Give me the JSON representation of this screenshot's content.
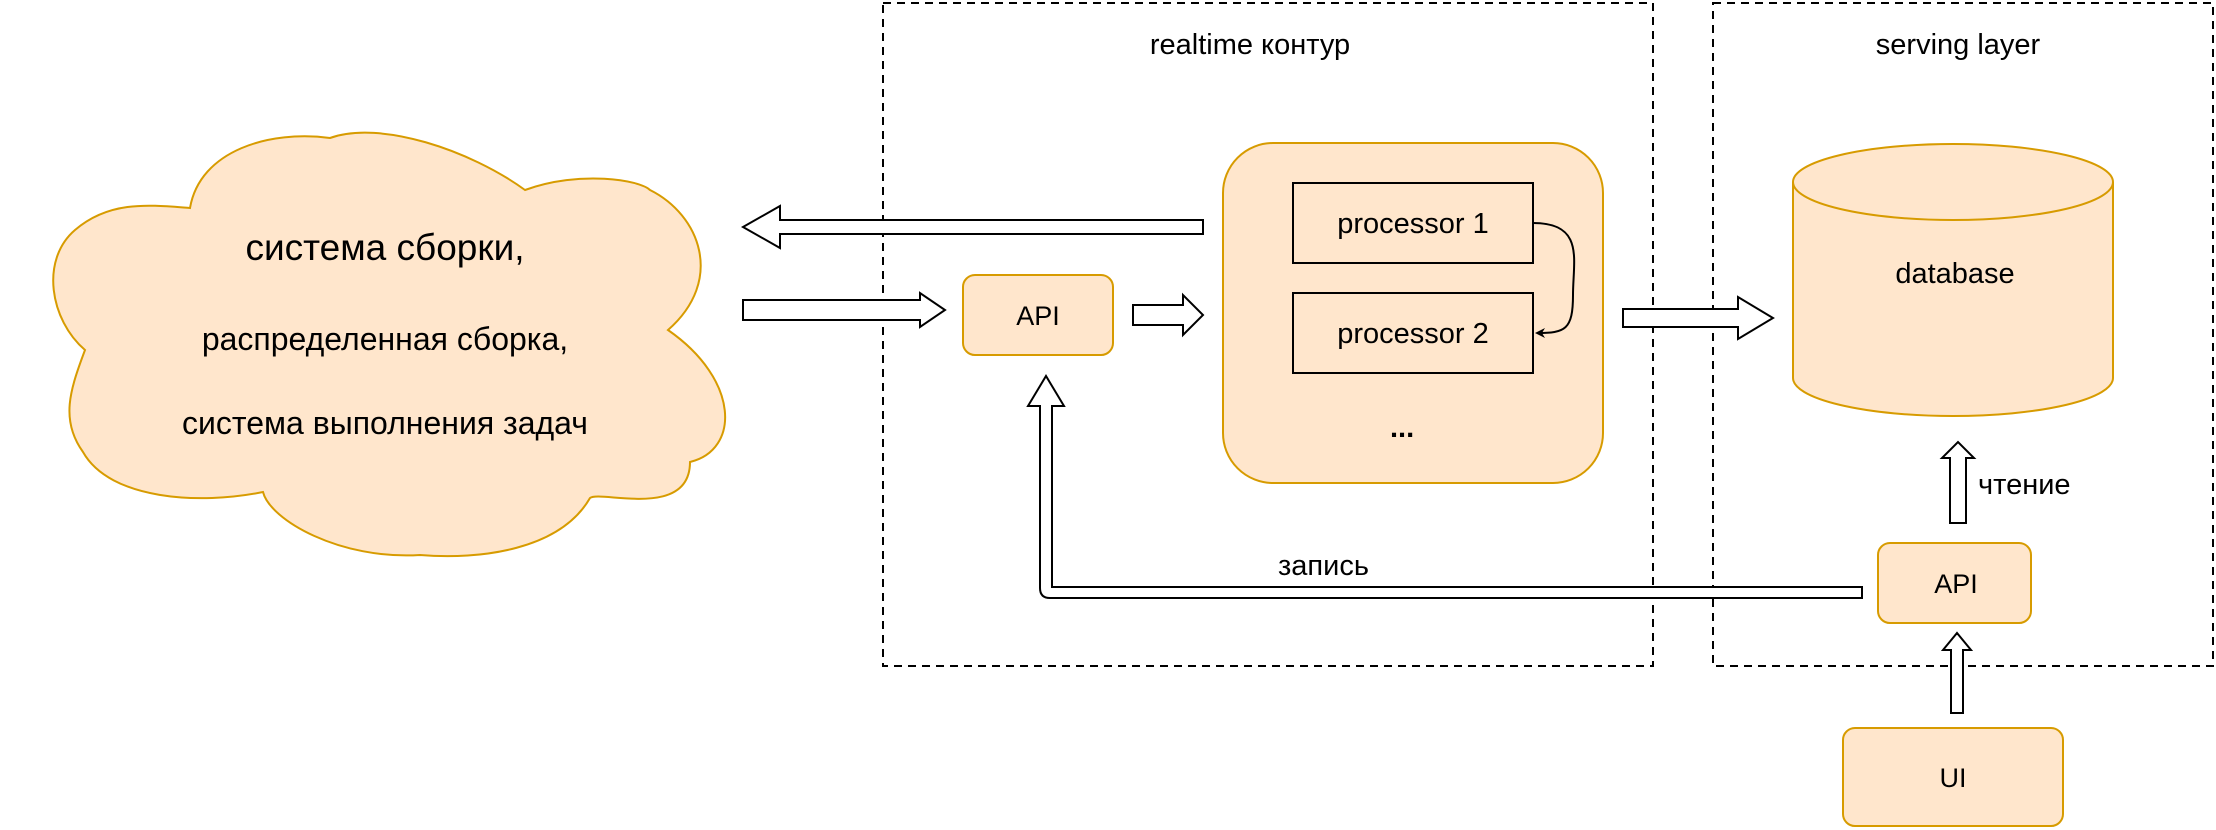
{
  "colors": {
    "node_fill": "#ffe6cc",
    "node_stroke": "#d79b00",
    "line": "#000000",
    "background": "#ffffff"
  },
  "groups": {
    "realtime": {
      "label": "realtime контур"
    },
    "serving": {
      "label": "serving layer"
    }
  },
  "cloud": {
    "lines": [
      "система сборки,",
      "распределенная сборка,",
      "система выполнения задач"
    ]
  },
  "nodes": {
    "api_realtime": "API",
    "processor_1": "processor 1",
    "processor_2": "processor 2",
    "processors_more": "...",
    "database": "database",
    "api_serving": "API",
    "ui": "UI"
  },
  "edge_labels": {
    "write": "запись",
    "read": "чтение"
  }
}
